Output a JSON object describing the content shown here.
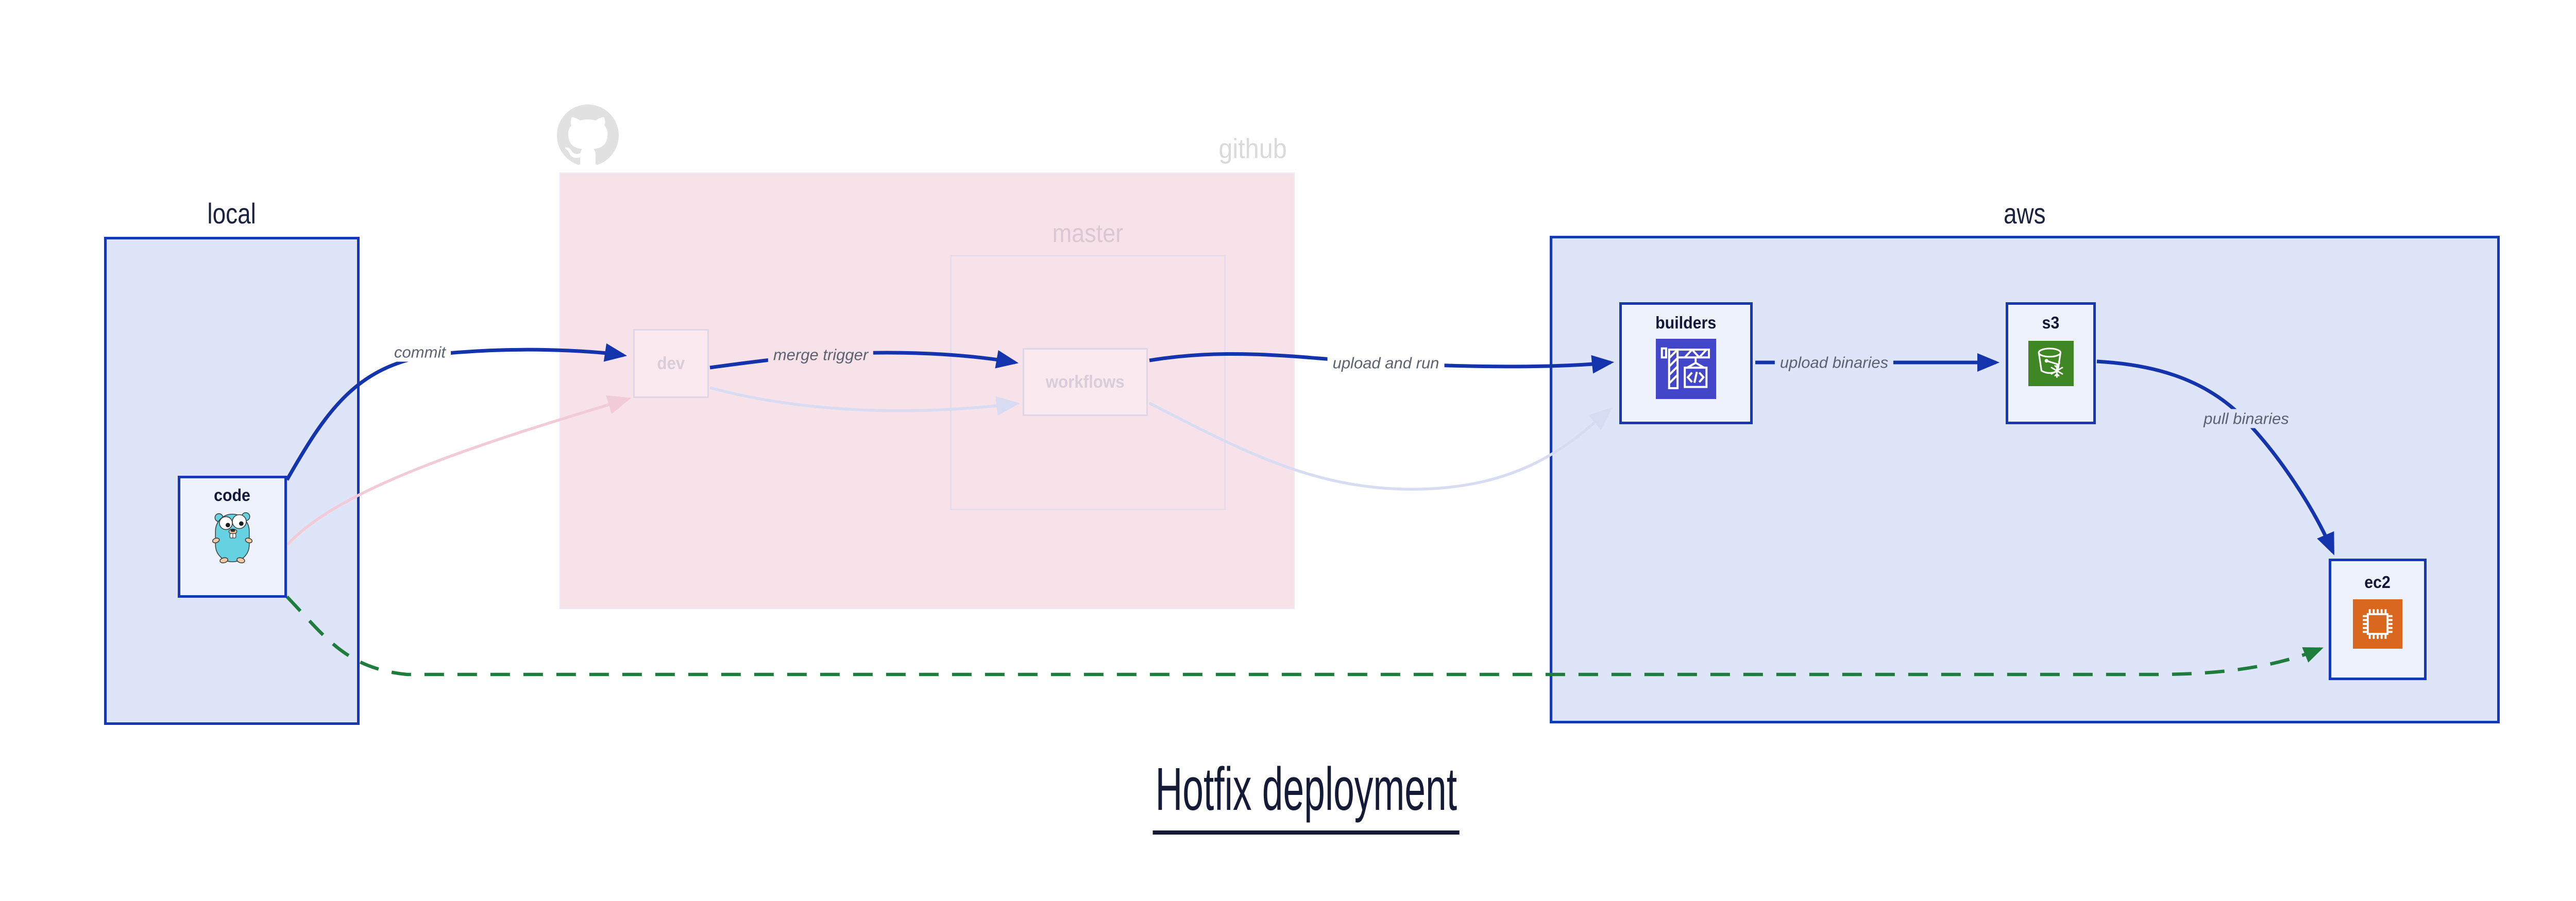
{
  "title": "Hotfix deployment",
  "regions": {
    "local": {
      "label": "local"
    },
    "github": {
      "label": "github",
      "master": {
        "label": "master"
      }
    },
    "aws": {
      "label": "aws"
    }
  },
  "nodes": {
    "code": {
      "label": "code",
      "icon": "go-gopher-icon"
    },
    "dev": {
      "label": "dev"
    },
    "workflows": {
      "label": "workflows"
    },
    "builders": {
      "label": "builders",
      "icon": "codebuild-crane-icon"
    },
    "s3": {
      "label": "s3",
      "icon": "s3-glacier-bucket-icon"
    },
    "ec2": {
      "label": "ec2",
      "icon": "ec2-chip-icon"
    }
  },
  "edges": {
    "commit": {
      "label": "commit",
      "from": "code",
      "to": "dev",
      "style": "solid-blue"
    },
    "merge_trigger": {
      "label": "merge trigger",
      "from": "dev",
      "to": "workflows",
      "style": "solid-blue"
    },
    "upload_and_run": {
      "label": "upload and run",
      "from": "workflows",
      "to": "builders",
      "style": "solid-blue"
    },
    "upload_binaries": {
      "label": "upload binaries",
      "from": "builders",
      "to": "s3",
      "style": "solid-blue"
    },
    "pull_binaries": {
      "label": "pull binaries",
      "from": "s3",
      "to": "ec2",
      "style": "solid-blue"
    },
    "hotfix_shortcut": {
      "from": "code",
      "to": "ec2",
      "style": "dashed-green"
    },
    "faded_commit": {
      "from": "code",
      "to": "dev",
      "style": "faded-pink"
    },
    "faded_merge": {
      "from": "dev",
      "to": "workflows",
      "style": "faded-lavender"
    },
    "faded_upload": {
      "from": "workflows",
      "to": "builders",
      "style": "faded-lavender"
    }
  },
  "colors": {
    "region_fill": "#dfe5f9",
    "region_border": "#1638b6",
    "node_fill": "#eef2fc",
    "github_pink": "#f8e2e9",
    "master_border": "#e6dcea",
    "arrow_blue": "#1434ae",
    "hotfix_green": "#1e7d3c",
    "faded_pink": "#f2cbd8",
    "faded_lavender": "#d8dcf2",
    "edge_label_gray": "#5c6370",
    "navy_text": "#151b36",
    "github_gray": "#e1e1e1",
    "builders_icon_bg": "#4446c9",
    "s3_icon_bg": "#3f8624",
    "ec2_icon_bg": "#d9671d",
    "gopher_teal": "#66d1e0"
  }
}
